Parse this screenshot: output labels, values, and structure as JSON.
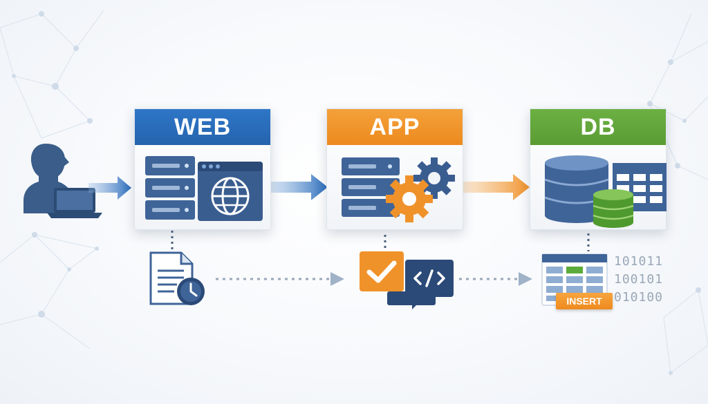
{
  "tiers": {
    "web": {
      "label": "WEB",
      "color": "#2a6cbb"
    },
    "app": {
      "label": "APP",
      "color": "#f0922a"
    },
    "db": {
      "label": "DB",
      "color": "#62a63b"
    }
  },
  "insert_label": "INSERT",
  "binary": [
    "101011",
    "100101",
    "010100"
  ],
  "icons": [
    "user-icon",
    "laptop-icon",
    "server-rack-icon",
    "browser-globe-icon",
    "gears-icon",
    "database-icon",
    "table-grid-icon",
    "document-clock-icon",
    "checkmark-icon",
    "code-tag-icon",
    "table-sheet-icon"
  ]
}
